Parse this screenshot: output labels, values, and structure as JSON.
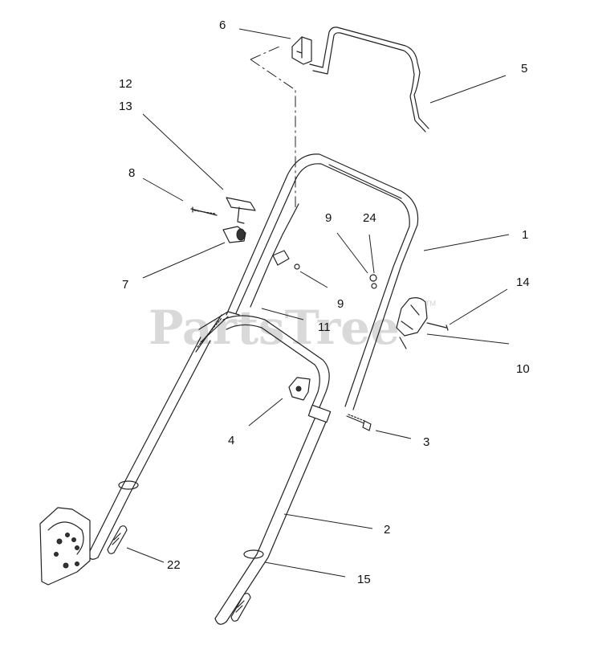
{
  "watermark": {
    "text": "PartsTree",
    "tm": "TM"
  },
  "callouts": {
    "c1": "1",
    "c2": "2",
    "c3": "3",
    "c4": "4",
    "c5": "5",
    "c6": "6",
    "c7": "7",
    "c8": "8",
    "c9a": "9",
    "c9b": "9",
    "c10": "10",
    "c11": "11",
    "c12": "12",
    "c13": "13",
    "c14": "14",
    "c15": "15",
    "c22": "22",
    "c24": "24"
  }
}
